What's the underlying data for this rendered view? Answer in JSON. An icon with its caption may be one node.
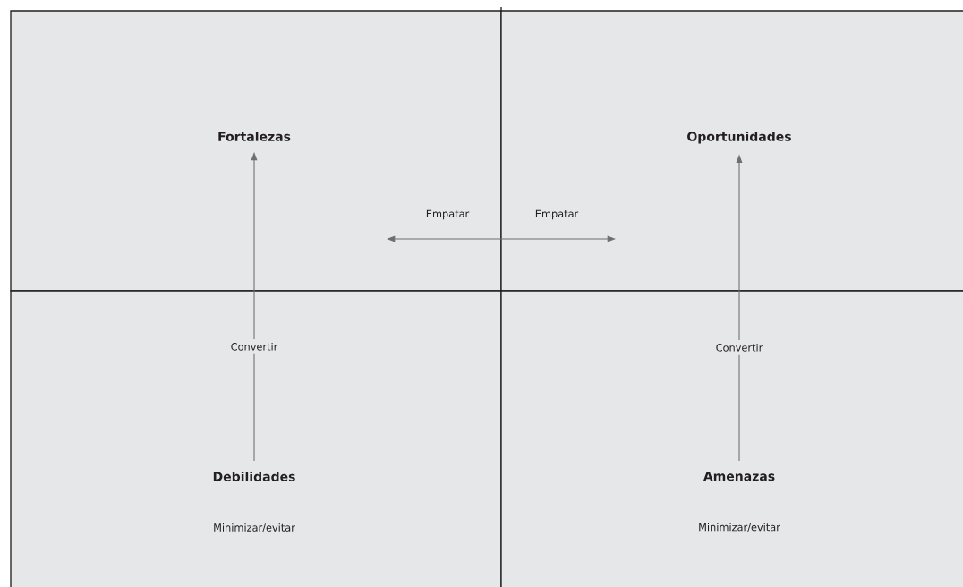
{
  "diagram": {
    "nodes": [
      {
        "text": [],
        "shape": "box"
      },
      {
        "text": [
          "Fortalezas"
        ],
        "in": 0
      },
      {
        "text": [],
        "shape": "box"
      },
      {
        "text": [
          "Oportunidades"
        ],
        "in": 2
      },
      {
        "text": [],
        "shape": "box"
      },
      {
        "text": [
          "Debilidades",
          "Minimizar/evitar"
        ],
        "in": 4
      },
      {
        "text": [],
        "shape": "box"
      },
      {
        "text": [
          "Amenazas",
          "Minimizar/evitar"
        ],
        "in": 6
      }
    ],
    "edges": [
      {
        "from": 5,
        "to": 1,
        "arrow": "to",
        "label": "Convertir"
      },
      {
        "from": 7,
        "to": 3,
        "arrow": "to",
        "label": "Convertir"
      }
    ],
    "labels": [
      "Empatar",
      "Empatar"
    ]
  }
}
